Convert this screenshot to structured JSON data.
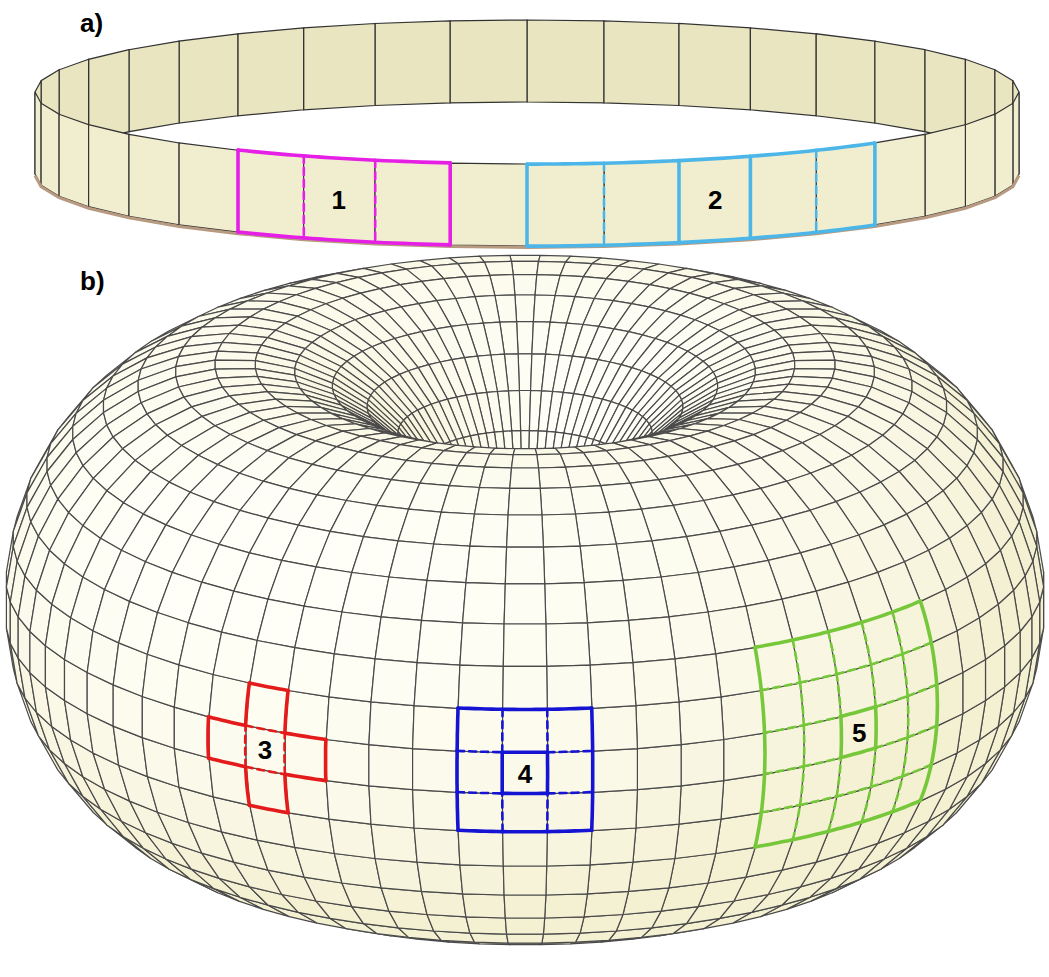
{
  "diagram": {
    "nodes": [
      {
        "text": [
          "1"
        ]
      },
      {
        "text": [
          "2"
        ]
      },
      {
        "text": [
          "3"
        ]
      },
      {
        "text": [
          "4"
        ]
      },
      {
        "text": [
          "5"
        ]
      }
    ],
    "labels": [
      "a)",
      "b)"
    ]
  }
}
